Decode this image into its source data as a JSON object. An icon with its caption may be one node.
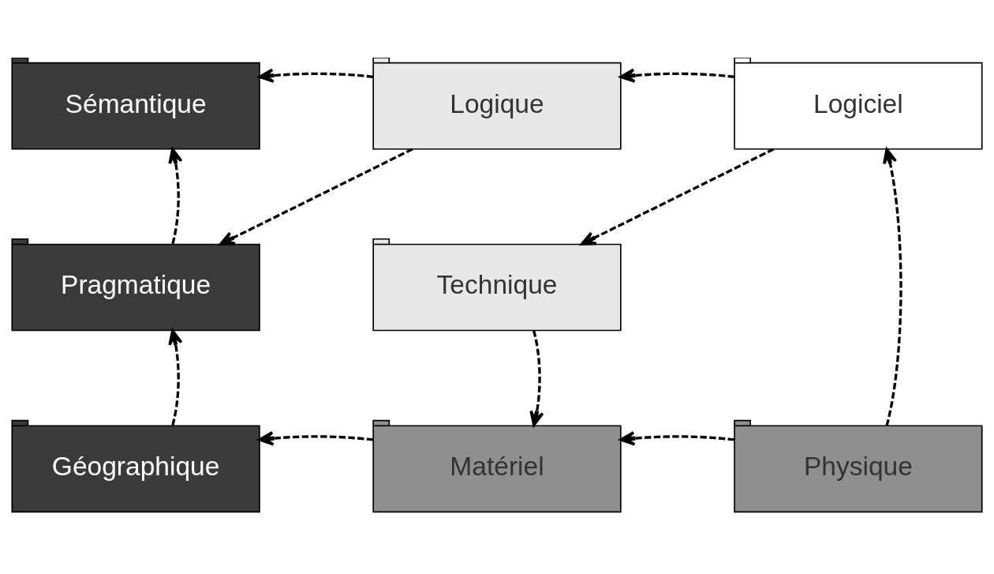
{
  "diagram": {
    "nodes": [
      {
        "text": [
          "Sémantique"
        ]
      },
      {
        "text": [
          "Logique"
        ]
      },
      {
        "text": [
          "Logiciel"
        ]
      },
      {
        "text": [
          "Pragmatique"
        ]
      },
      {
        "text": [
          "Technique"
        ]
      },
      {
        "text": [
          "Géographique"
        ]
      },
      {
        "text": [
          "Matériel"
        ]
      },
      {
        "text": [
          "Physique"
        ]
      }
    ],
    "edges": [
      {
        "from": 1,
        "to": 0,
        "arrow": "to",
        "style": "dashed"
      },
      {
        "from": 2,
        "to": 1,
        "arrow": "to",
        "style": "dashed"
      },
      {
        "from": 1,
        "to": 3,
        "arrow": "to",
        "style": "dashed"
      },
      {
        "from": 2,
        "to": 4,
        "arrow": "to",
        "style": "dashed"
      },
      {
        "from": 3,
        "to": 0,
        "arrow": "to",
        "style": "dashed"
      },
      {
        "from": 4,
        "to": 6,
        "arrow": "to",
        "style": "dashed"
      },
      {
        "from": 7,
        "to": 2,
        "arrow": "to",
        "style": "dashed"
      },
      {
        "from": 5,
        "to": 3,
        "arrow": "to",
        "style": "dashed"
      },
      {
        "from": 6,
        "to": 5,
        "arrow": "to",
        "style": "dashed"
      },
      {
        "from": 7,
        "to": 6,
        "arrow": "to",
        "style": "dashed"
      }
    ]
  }
}
